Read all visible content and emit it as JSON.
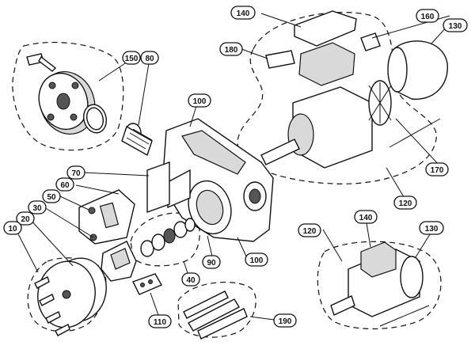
{
  "callouts": [
    {
      "id": "c10",
      "label": "10"
    },
    {
      "id": "c20",
      "label": "20"
    },
    {
      "id": "c30",
      "label": "30"
    },
    {
      "id": "c40",
      "label": "40"
    },
    {
      "id": "c50",
      "label": "50"
    },
    {
      "id": "c60",
      "label": "60"
    },
    {
      "id": "c70",
      "label": "70"
    },
    {
      "id": "c80",
      "label": "80"
    },
    {
      "id": "c90",
      "label": "90"
    },
    {
      "id": "c100a",
      "label": "100"
    },
    {
      "id": "c100b",
      "label": "100"
    },
    {
      "id": "c110",
      "label": "110"
    },
    {
      "id": "c120a",
      "label": "120"
    },
    {
      "id": "c120b",
      "label": "120"
    },
    {
      "id": "c130a",
      "label": "130"
    },
    {
      "id": "c130b",
      "label": "130"
    },
    {
      "id": "c140a",
      "label": "140"
    },
    {
      "id": "c140b",
      "label": "140"
    },
    {
      "id": "c150",
      "label": "150"
    },
    {
      "id": "c160",
      "label": "160"
    },
    {
      "id": "c170",
      "label": "170"
    },
    {
      "id": "c180",
      "label": "180"
    },
    {
      "id": "c190",
      "label": "190"
    }
  ]
}
